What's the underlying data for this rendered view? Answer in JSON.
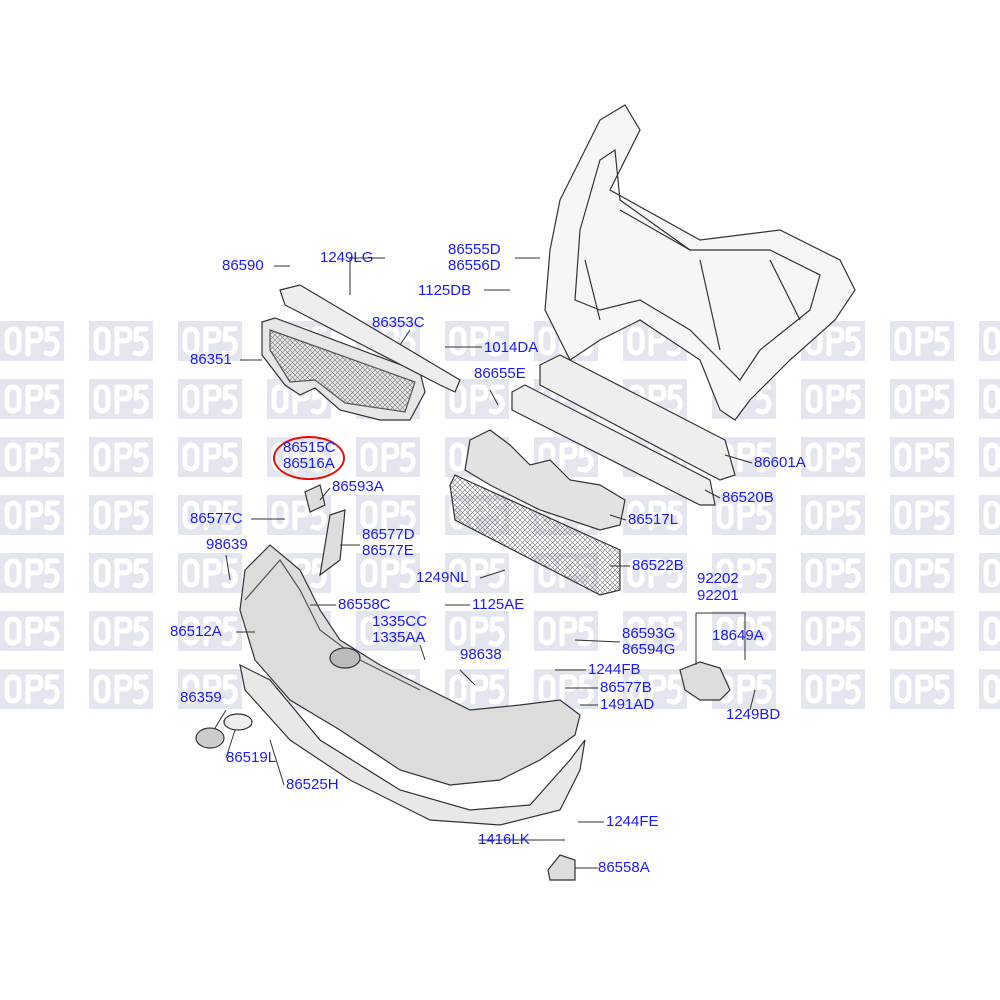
{
  "watermark": "OP5",
  "highlight_color": "#e01010",
  "label_color": "#1a1aff",
  "parts": {
    "p86590": "86590",
    "p1249LG": "1249LG",
    "p86555D": "86555D",
    "p86556D": "86556D",
    "p1125DB": "1125DB",
    "p86353C": "86353C",
    "p86351": "86351",
    "p1014DA": "1014DA",
    "p86655E": "86655E",
    "p86515C": "86515C",
    "p86516A": "86516A",
    "p86601A": "86601A",
    "p86593A": "86593A",
    "p86520B": "86520B",
    "p86577C": "86577C",
    "p86517L": "86517L",
    "p86577D": "86577D",
    "p86577E": "86577E",
    "p98639": "98639",
    "p86522B": "86522B",
    "p92202": "92202",
    "p92201": "92201",
    "p1249NL": "1249NL",
    "p86558C": "86558C",
    "p1125AE": "1125AE",
    "p86512A": "86512A",
    "p1335CC": "1335CC",
    "p1335AA": "1335AA",
    "p86593G": "86593G",
    "p86594G": "86594G",
    "p18649A": "18649A",
    "p98638": "98638",
    "p1244FB": "1244FB",
    "p86359": "86359",
    "p86577B": "86577B",
    "p1491AD": "1491AD",
    "p1249BD": "1249BD",
    "p86519L": "86519L",
    "p86525H": "86525H",
    "p1244FE": "1244FE",
    "p1416LK": "1416LK",
    "p86558A": "86558A"
  }
}
